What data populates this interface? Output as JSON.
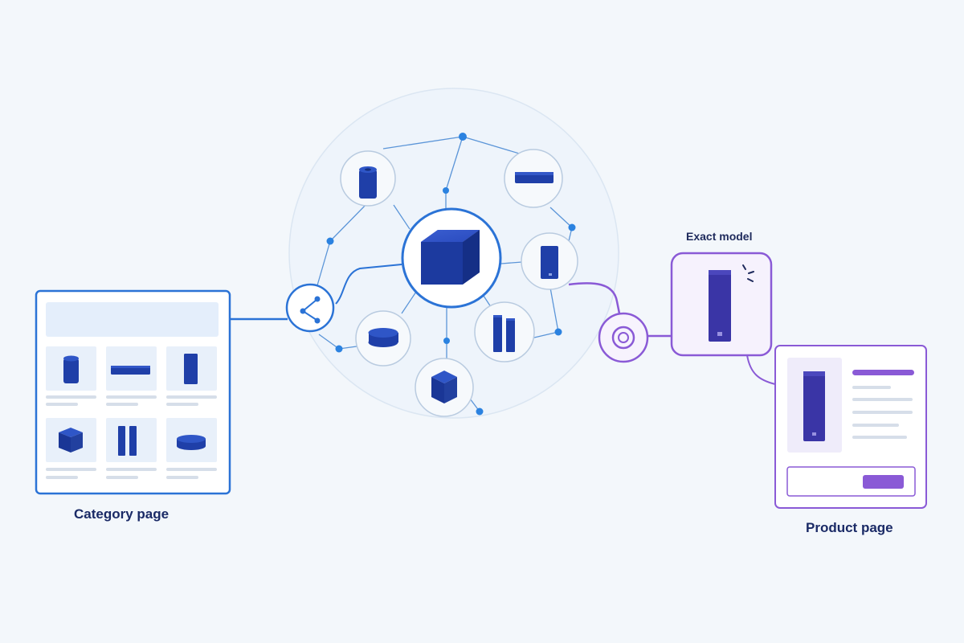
{
  "labels": {
    "category_page": "Category page",
    "exact_model": "Exact model",
    "product_page": "Product page"
  },
  "colors": {
    "background": "#f3f7fb",
    "blue_accent": "#2b73d6",
    "purple_accent": "#8a5ad6",
    "product_blue": "#1f3fa8",
    "product_violet": "#3a35a6",
    "node_stroke": "#b9cbe0"
  },
  "icons": {
    "split": "split-arrows-icon",
    "target": "target-icon"
  }
}
